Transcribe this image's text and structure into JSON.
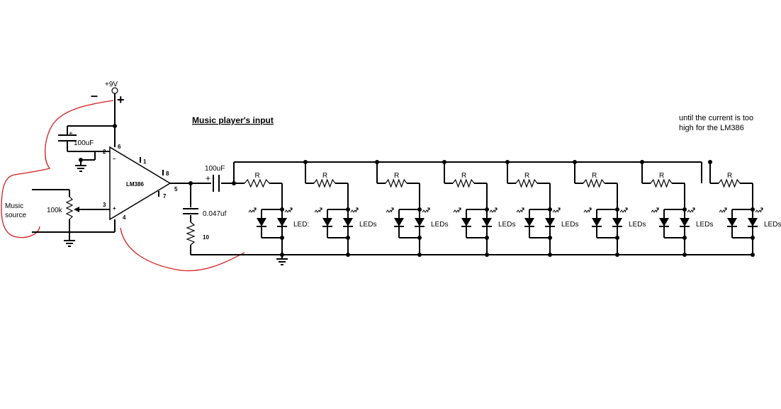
{
  "title": "Music player's input",
  "note_line1": "until the current is too",
  "note_line2": "high for the LM386",
  "supply": {
    "label": "+9V",
    "minus": "–",
    "plus": "+"
  },
  "chip": {
    "name": "LM386",
    "pins": {
      "p1": "1",
      "p2": "2",
      "p3": "3",
      "p4": "4",
      "p5": "5",
      "p6": "6",
      "p7": "7",
      "p8": "8"
    },
    "minus": "–",
    "plus": "+"
  },
  "cap_bypass": {
    "value": "100uF",
    "pol": "+"
  },
  "cap_output": {
    "value": "100uF",
    "pol": "+"
  },
  "cap_zobel": {
    "value": "0.047uf"
  },
  "res_zobel": {
    "value": "10"
  },
  "pot": {
    "value": "100k"
  },
  "source": {
    "line1": "Music",
    "line2": "source"
  },
  "stages": [
    {
      "r": "R",
      "led": "LED:"
    },
    {
      "r": "R",
      "led": "LEDs"
    },
    {
      "r": "R",
      "led": "LEDs"
    },
    {
      "r": "R",
      "led": "LEDs"
    },
    {
      "r": "R",
      "led": "LEDs"
    },
    {
      "r": "R",
      "led": "LEDs"
    },
    {
      "r": "R",
      "led": "LEDs"
    },
    {
      "r": "R",
      "led": "LEDs"
    }
  ]
}
